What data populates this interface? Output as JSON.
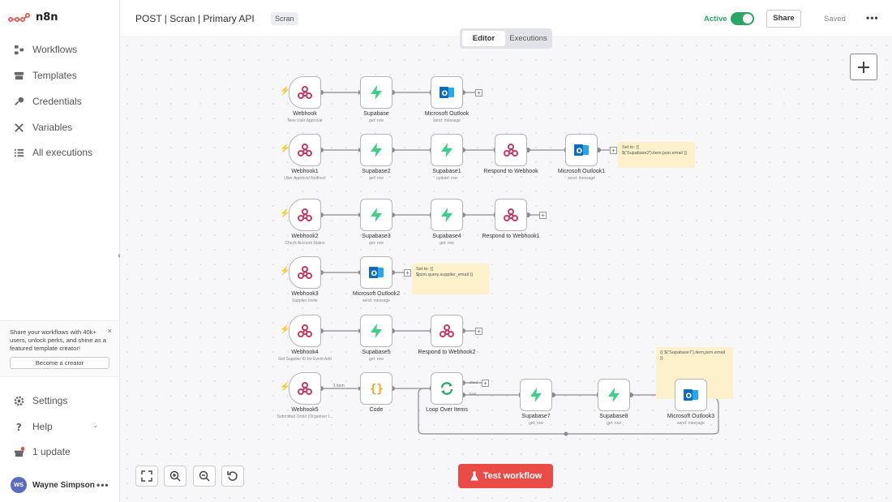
{
  "brand": {
    "name": "n8n"
  },
  "sidebar": {
    "items": [
      {
        "label": "Workflows",
        "icon": "workflows-icon"
      },
      {
        "label": "Templates",
        "icon": "templates-icon"
      },
      {
        "label": "Credentials",
        "icon": "key-icon"
      },
      {
        "label": "Variables",
        "icon": "variables-icon"
      },
      {
        "label": "All executions",
        "icon": "list-icon"
      }
    ],
    "promo": {
      "text": "Share your workflows with 40k+ users, unlock perks, and shine as a featured template creator!",
      "button": "Become a creator",
      "close": "×"
    },
    "bottom": [
      {
        "label": "Settings",
        "icon": "gear-icon"
      },
      {
        "label": "Help",
        "icon": "help-icon"
      },
      {
        "label": "1 update",
        "icon": "gift-icon"
      }
    ],
    "user": {
      "initials": "WS",
      "name": "Wayne Simpson"
    }
  },
  "header": {
    "title": "POST | Scran | Primary API",
    "tag": "Scran",
    "active_label": "Active",
    "active": true,
    "share": "Share",
    "saved": "Saved"
  },
  "tabs": [
    {
      "label": "Editor",
      "active": true
    },
    {
      "label": "Executions",
      "active": false
    }
  ],
  "nodes": [
    {
      "id": "n1",
      "name": "Webhook",
      "sub": "New User Approval",
      "kind": "webhook",
      "trigger": true
    },
    {
      "id": "n2",
      "name": "Supabase",
      "sub": "get: row",
      "kind": "supabase"
    },
    {
      "id": "n3",
      "name": "Microsoft Outlook",
      "sub": "send: message",
      "kind": "outlook"
    },
    {
      "id": "n4",
      "name": "Webhook1",
      "sub": "User Approval Redirect",
      "kind": "webhook",
      "trigger": true
    },
    {
      "id": "n5",
      "name": "Supabase2",
      "sub": "get: row",
      "kind": "supabase"
    },
    {
      "id": "n6",
      "name": "Supabase1",
      "sub": "update: row",
      "kind": "supabase"
    },
    {
      "id": "n7",
      "name": "Respond to Webhook",
      "sub": "",
      "kind": "webhook"
    },
    {
      "id": "n8",
      "name": "Microsoft Outlook1",
      "sub": "send: message",
      "kind": "outlook"
    },
    {
      "id": "n9",
      "name": "Webhook2",
      "sub": "Check Account Status",
      "kind": "webhook",
      "trigger": true
    },
    {
      "id": "n10",
      "name": "Supabase3",
      "sub": "get: row",
      "kind": "supabase"
    },
    {
      "id": "n11",
      "name": "Supabase4",
      "sub": "get: row",
      "kind": "supabase"
    },
    {
      "id": "n12",
      "name": "Respond to Webhook1",
      "sub": "",
      "kind": "webhook"
    },
    {
      "id": "n13",
      "name": "Webhook3",
      "sub": "Supplier Invite",
      "kind": "webhook",
      "trigger": true
    },
    {
      "id": "n14",
      "name": "Microsoft Outlook2",
      "sub": "send: message",
      "kind": "outlook"
    },
    {
      "id": "n15",
      "name": "Webhook4",
      "sub": "Get Supplier ID for Event Add",
      "kind": "webhook",
      "trigger": true
    },
    {
      "id": "n16",
      "name": "Supabase5",
      "sub": "get: row",
      "kind": "supabase"
    },
    {
      "id": "n17",
      "name": "Respond to Webhook2",
      "sub": "",
      "kind": "webhook"
    },
    {
      "id": "n18",
      "name": "Webhook5",
      "sub": "Submitted Order (Organiser I...",
      "kind": "webhook",
      "trigger": true
    },
    {
      "id": "n19",
      "name": "Code",
      "sub": "",
      "kind": "code"
    },
    {
      "id": "n20",
      "name": "Loop Over Items",
      "sub": "",
      "kind": "loop"
    },
    {
      "id": "n21",
      "name": "Supabase7",
      "sub": "get: row",
      "kind": "supabase"
    },
    {
      "id": "n22",
      "name": "Supabase8",
      "sub": "get: row",
      "kind": "supabase"
    },
    {
      "id": "n23",
      "name": "Microsoft Outlook3",
      "sub": "send: message",
      "kind": "outlook"
    }
  ],
  "stickies": [
    {
      "text": "Set to: {{ $('Supabase2').item.json.email }}"
    },
    {
      "text": "Set to: {{ $json.query.supplier_email }}"
    },
    {
      "text": "{{ $('Supabase7').item.json.email }}"
    }
  ],
  "edge_labels": {
    "items": "1 item",
    "done": "done",
    "loop": "loop"
  },
  "controls": [
    {
      "name": "fit-view-button",
      "icon": "fullscreen-icon"
    },
    {
      "name": "zoom-in-button",
      "icon": "zoom-in-icon"
    },
    {
      "name": "zoom-out-button",
      "icon": "zoom-out-icon"
    },
    {
      "name": "reset-zoom-button",
      "icon": "undo-icon"
    }
  ],
  "test_button": "Test workflow",
  "colors": {
    "accent": "#ea4b46",
    "active": "#2ba765",
    "supabase": "#3ecf8e",
    "outlook": "#0f6cbd",
    "webhook": "#c73a63"
  }
}
